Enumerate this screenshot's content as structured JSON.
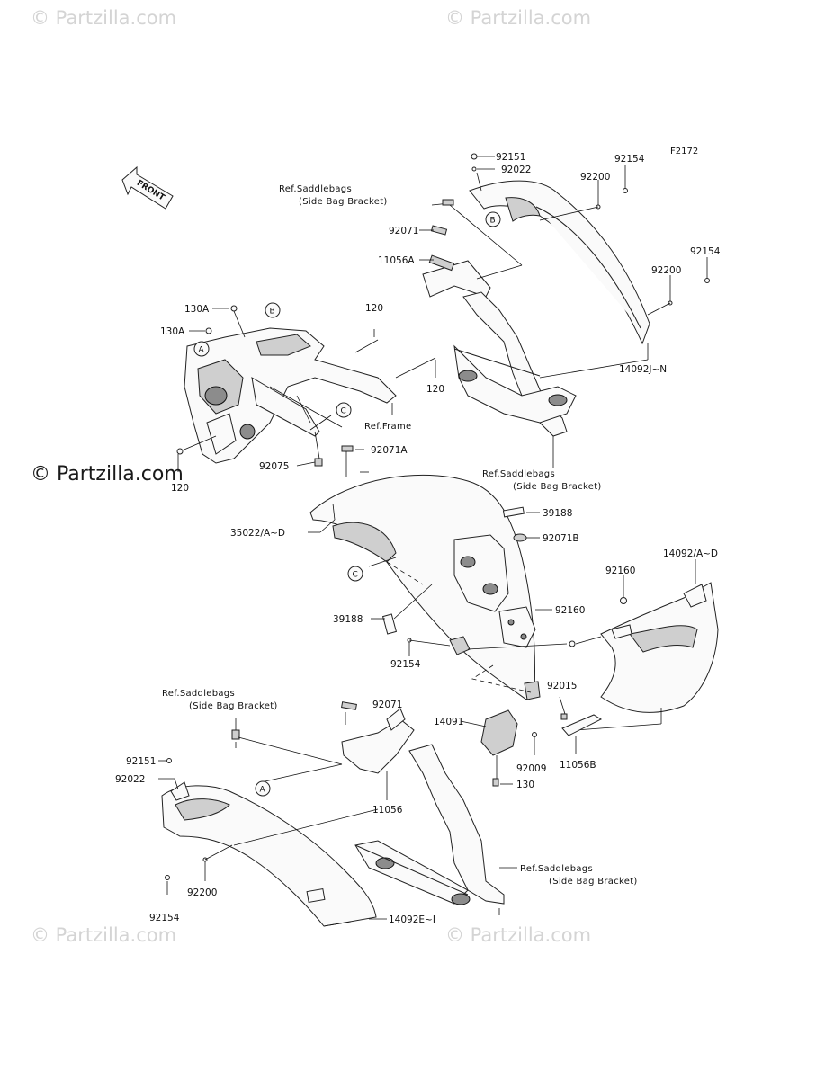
{
  "figure_code": "F2172",
  "watermarks": [
    "© Partzilla.com",
    "© Partzilla.com",
    "© Partzilla.com",
    "© Partzilla.com",
    "© Partzilla.com"
  ],
  "front_arrow_label": "FRONT",
  "circle_refs": {
    "a": "A",
    "b": "B",
    "c": "C"
  },
  "labels": {
    "l92151_top": "92151",
    "l92022_top": "92022",
    "l92154_top1": "92154",
    "l92200_top1": "92200",
    "ref_sb_top_1": "Ref.Saddlebags",
    "ref_sb_top_2": "(Side Bag Bracket)",
    "l92071_top": "92071",
    "l11056a": "11056A",
    "l92154_top2": "92154",
    "l92200_top2": "92200",
    "l14092jn": "14092J~N",
    "l130a_1": "130A",
    "l130a_2": "130A",
    "l120_top": "120",
    "l120_mid": "120",
    "ref_frame": "Ref.Frame",
    "l120_left": "120",
    "l92075": "92075",
    "l92071a": "92071A",
    "ref_sb_mid_1": "Ref.Saddlebags",
    "ref_sb_mid_2": "(Side Bag Bracket)",
    "l39188_1": "39188",
    "l35022": "35022/A~D",
    "l92071b": "92071B",
    "l14092ad": "14092/A~D",
    "l92160_1": "92160",
    "l92160_2": "92160",
    "l39188_2": "39188",
    "l92154_mid": "92154",
    "ref_sb_low_1": "Ref.Saddlebags",
    "ref_sb_low_2": "(Side Bag Bracket)",
    "l92071_low": "92071",
    "l92015": "92015",
    "l14091": "14091",
    "l92151_low": "92151",
    "l92022_low": "92022",
    "l92009": "92009",
    "l11056b": "11056B",
    "l130": "130",
    "l11056": "11056",
    "ref_sb_bot_1": "Ref.Saddlebags",
    "ref_sb_bot_2": "(Side Bag Bracket)",
    "l92200_low": "92200",
    "l92154_low": "92154",
    "l14092ei": "14092E~I"
  }
}
